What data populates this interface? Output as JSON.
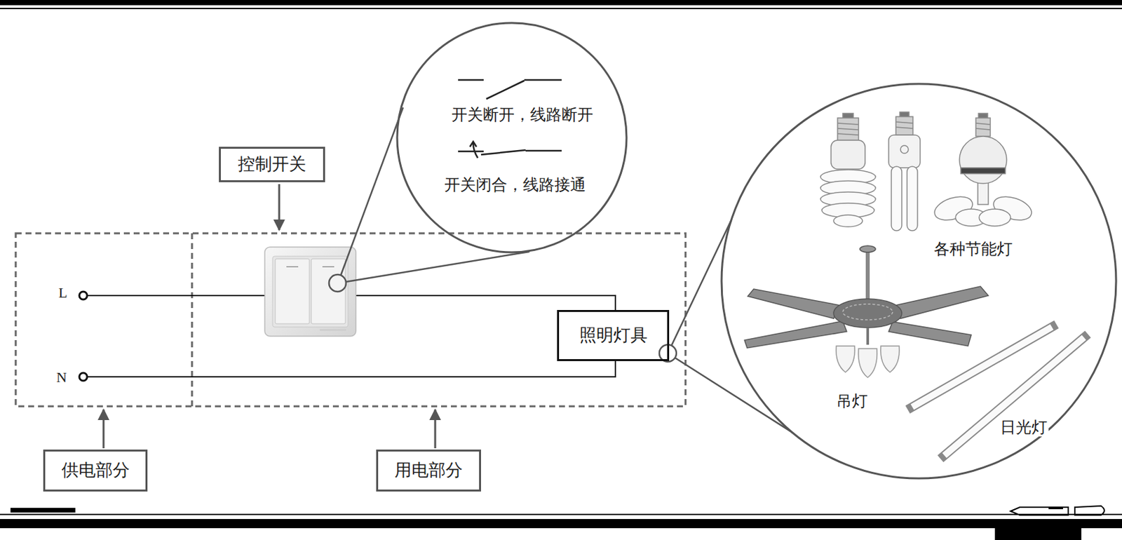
{
  "diagram": {
    "nodes": [
      {
        "text": [
          "控制开关"
        ]
      },
      {
        "text": [
          "供电部分"
        ]
      },
      {
        "text": [
          "用电部分"
        ]
      },
      {
        "text": [
          "照明灯具"
        ]
      },
      {
        "text": [
          "开关断开，线路断开",
          "开关闭合，线路接通"
        ]
      },
      {
        "text": [
          "各种节能灯",
          "吊灯",
          "日光灯"
        ]
      }
    ],
    "edges": [
      {
        "from": 3,
        "to": 5,
        "arrow": "none"
      }
    ],
    "labels": [
      "L",
      "N"
    ]
  }
}
